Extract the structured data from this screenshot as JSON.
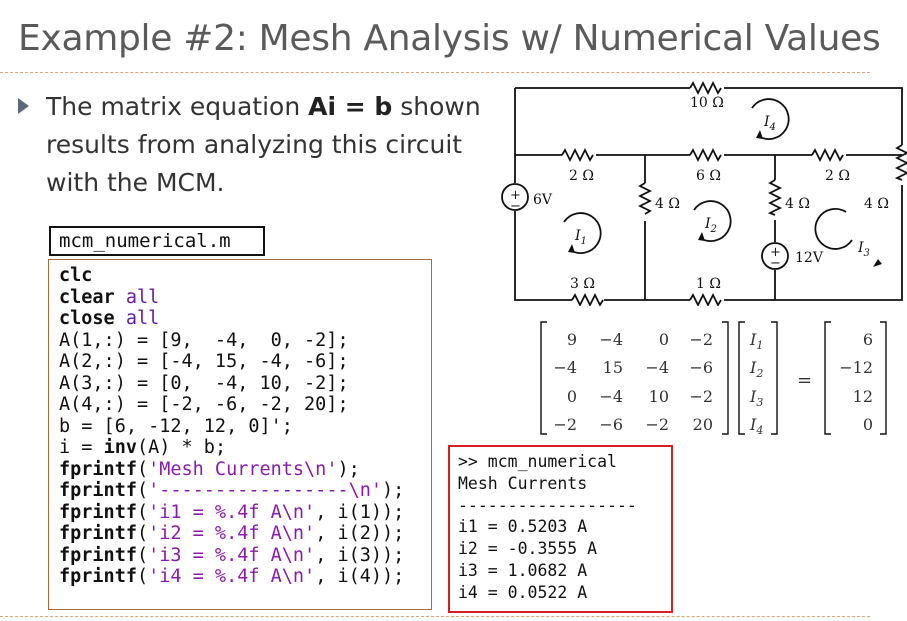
{
  "title": "Example #2: Mesh Analysis w/ Numerical Values",
  "bullet": {
    "line1_pre": "The matrix equation ",
    "line1_bold": "Ai = b",
    "line1_post": " shown",
    "line2": "results from analyzing this circuit",
    "line3": "with the MCM."
  },
  "code_file": "mcm_numerical.m",
  "code_lines": [
    [
      {
        "t": "clc",
        "c": "kw"
      }
    ],
    [
      {
        "t": "clear",
        "c": "kw"
      },
      {
        "t": " "
      },
      {
        "t": "all",
        "c": "kwl"
      }
    ],
    [
      {
        "t": "close",
        "c": "kw"
      },
      {
        "t": " "
      },
      {
        "t": "all",
        "c": "kwl"
      }
    ],
    [
      {
        "t": "A(1,:) = [9,  -4,  0, -2];"
      }
    ],
    [
      {
        "t": "A(2,:) = [-4, 15, -4, -6];"
      }
    ],
    [
      {
        "t": "A(3,:) = [0,  -4, 10, -2];"
      }
    ],
    [
      {
        "t": "A(4,:) = [-2, -6, -2, 20];"
      }
    ],
    [
      {
        "t": "b = [6, -12, 12, 0]';"
      }
    ],
    [
      {
        "t": "i = "
      },
      {
        "t": "inv",
        "c": "kw"
      },
      {
        "t": "(A) * b;"
      }
    ],
    [
      {
        "t": "fprintf",
        "c": "kw"
      },
      {
        "t": "("
      },
      {
        "t": "'Mesh Currents\\n'",
        "c": "str"
      },
      {
        "t": ");"
      }
    ],
    [
      {
        "t": "fprintf",
        "c": "kw"
      },
      {
        "t": "("
      },
      {
        "t": "'-----------------\\n'",
        "c": "str"
      },
      {
        "t": ");"
      }
    ],
    [
      {
        "t": "fprintf",
        "c": "kw"
      },
      {
        "t": "("
      },
      {
        "t": "'i1 = %.4f A\\n'",
        "c": "str"
      },
      {
        "t": ", i(1));"
      }
    ],
    [
      {
        "t": "fprintf",
        "c": "kw"
      },
      {
        "t": "("
      },
      {
        "t": "'i2 = %.4f A\\n'",
        "c": "str"
      },
      {
        "t": ", i(2));"
      }
    ],
    [
      {
        "t": "fprintf",
        "c": "kw"
      },
      {
        "t": "("
      },
      {
        "t": "'i3 = %.4f A\\n'",
        "c": "str"
      },
      {
        "t": ", i(3));"
      }
    ],
    [
      {
        "t": "fprintf",
        "c": "kw"
      },
      {
        "t": "("
      },
      {
        "t": "'i4 = %.4f A\\n'",
        "c": "str"
      },
      {
        "t": ", i(4));"
      }
    ]
  ],
  "output_lines": [
    ">> mcm_numerical",
    "Mesh Currents",
    "------------------",
    "i1 = 0.5203 A",
    "i2 = -0.3555 A",
    "i3 = 1.0682 A",
    "i4 = 0.0522 A"
  ],
  "circuit": {
    "r_top": "10 Ω",
    "r_2a": "2 Ω",
    "r_6": "6 Ω",
    "r_2b": "2 Ω",
    "r_4a": "4 Ω",
    "r_4b": "4 Ω",
    "r_4c": "4 Ω",
    "r_3": "3 Ω",
    "r_1": "1 Ω",
    "src_6v": "6V",
    "src_12v": "12V",
    "mesh_labels": [
      "I",
      "I",
      "I",
      "I"
    ],
    "mesh_subs": [
      "1",
      "2",
      "3",
      "4"
    ],
    "polarity_plus": "+",
    "polarity_minus": "−"
  },
  "matrix": {
    "A": [
      [
        "9",
        "−4",
        "0",
        "−2"
      ],
      [
        "−4",
        "15",
        "−4",
        "−6"
      ],
      [
        "0",
        "−4",
        "10",
        "−2"
      ],
      [
        "−2",
        "−6",
        "−2",
        "20"
      ]
    ],
    "i_vec_base": [
      "I",
      "I",
      "I",
      "I"
    ],
    "i_vec_sub": [
      "1",
      "2",
      "3",
      "4"
    ],
    "eq": "=",
    "b": [
      "6",
      "−12",
      "12",
      "0"
    ]
  }
}
